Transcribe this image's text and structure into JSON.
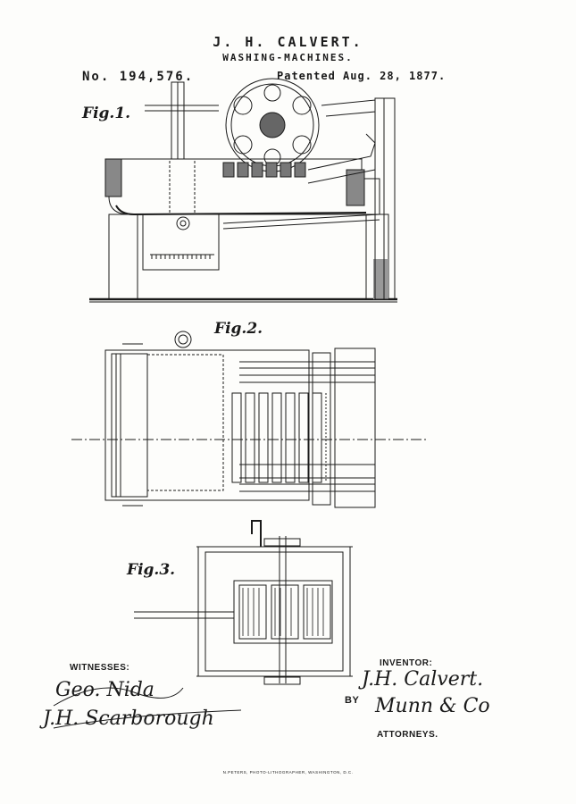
{
  "header": {
    "inventor_name": "J. H. CALVERT.",
    "title": "WASHING-MACHINES.",
    "patent_number": "No. 194,576.",
    "patent_date": "Patented Aug. 28, 1877."
  },
  "figures": {
    "fig1_label": "Fig.1.",
    "fig2_label": "Fig.2.",
    "fig3_label": "Fig.3."
  },
  "witnesses": {
    "heading": "WITNESSES:",
    "signature_1": "Geo. Nida",
    "signature_2": "J.H. Scarborough"
  },
  "inventor": {
    "heading": "INVENTOR:",
    "signature": "J.H. Calvert.",
    "by": "BY",
    "agent_signature": "Munn & Co",
    "attorneys": "ATTORNEYS."
  },
  "footer": {
    "printer": "N.PETERS, PHOTO-LITHOGRAPHER, WASHINGTON, D.C."
  }
}
